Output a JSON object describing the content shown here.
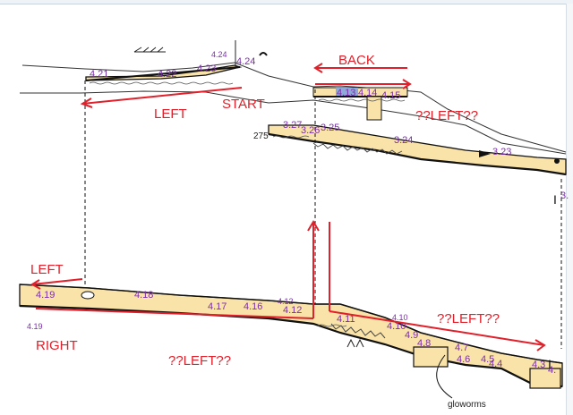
{
  "annotations": {
    "back": "BACK",
    "left_top": "LEFT",
    "start": "START",
    "qleft_upper": "??LEFT??",
    "left_lower": "LEFT",
    "right": "RIGHT",
    "qleft_bottom": "??LEFT??",
    "qleft_mid": "??LEFT??"
  },
  "stations": {
    "s4_21": "4.21",
    "s4_22": "4.22",
    "s4_23": "4.23",
    "s4_24a": "4.24",
    "s4_24b": "4.24",
    "s4_13": "4.13",
    "s4_14": "4.14",
    "s4_15": "4.15",
    "s3_27": "3.27",
    "s3_26": "3.26",
    "s3_25": "3.25",
    "s3_24": "3.24",
    "s3_23": "3.23",
    "s3_22": "3.",
    "s4_19": "4.19",
    "s4_19b": "4.19",
    "s4_18": "4.18",
    "s4_17": "4.17",
    "s4_16": "4.16",
    "s4_12a": "4.12",
    "s4_12b": "4.12",
    "s4_11": "4.11",
    "s4_10a": "4.10",
    "s4_10b": "4.10",
    "s4_9": "4.9",
    "s4_8": "4.8",
    "s4_7": "4.7",
    "s4_6": "4.6",
    "s4_5": "4.5",
    "s4_4": "4.4",
    "s4_3": "4.3",
    "s4_2": "4."
  },
  "labels": {
    "depth": "275",
    "gloworms": "gloworms"
  },
  "colors": {
    "passage_fill": "#f9e3a8",
    "annotation_red": "#e0202a",
    "station_purple": "#7a2fa8",
    "highlight_blue": "#8fa9d8"
  }
}
